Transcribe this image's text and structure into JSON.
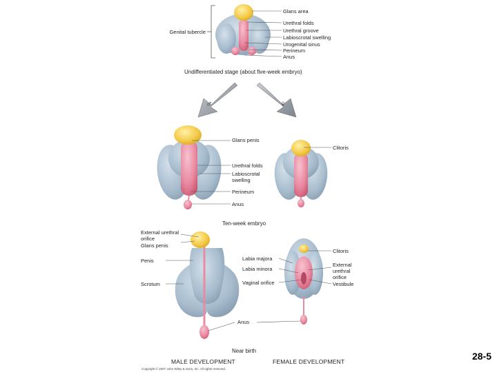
{
  "stage1": {
    "left_label": "Genital tubercle",
    "labels": [
      "Glans area",
      "Urethral folds",
      "Urethral groove",
      "Labioscrotal swelling",
      "Urogenital sinus",
      "Perineum",
      "Anus"
    ],
    "caption": "Undifferentiated stage (about five-week embryo)"
  },
  "arrows": {
    "male_symbol": "♂",
    "female_symbol": "♀"
  },
  "stage2": {
    "male_labels": [
      "Glans penis",
      "Urethral folds",
      "Labioscrotal swelling",
      "Perineum",
      "Anus"
    ],
    "female_labels": [
      "Clitoris"
    ],
    "caption": "Ten-week embryo"
  },
  "stage3": {
    "male_left_labels": [
      "External urethral orifice",
      "Glans penis",
      "Penis",
      "Scrotum"
    ],
    "female_left_labels": [
      "Labia majora",
      "Labia minora",
      "Vaginal orifice"
    ],
    "female_right_labels": [
      "Clitoris",
      "External urethral orifice",
      "Vestibule"
    ],
    "center_label": "Anus",
    "caption": "Near birth"
  },
  "footer": {
    "male": "MALE DEVELOPMENT",
    "female": "FEMALE DEVELOPMENT",
    "copyright": "Copyright © 2007 John Wiley & Sons, Inc. All rights reserved."
  },
  "slide_number": "28-5",
  "colors": {
    "tissue_blue": "#a9bccb",
    "tissue_blue_dark": "#7e95a8",
    "pink": "#e98aa2",
    "pink_dark": "#c9566f",
    "glans_yellow": "#f3c843"
  }
}
